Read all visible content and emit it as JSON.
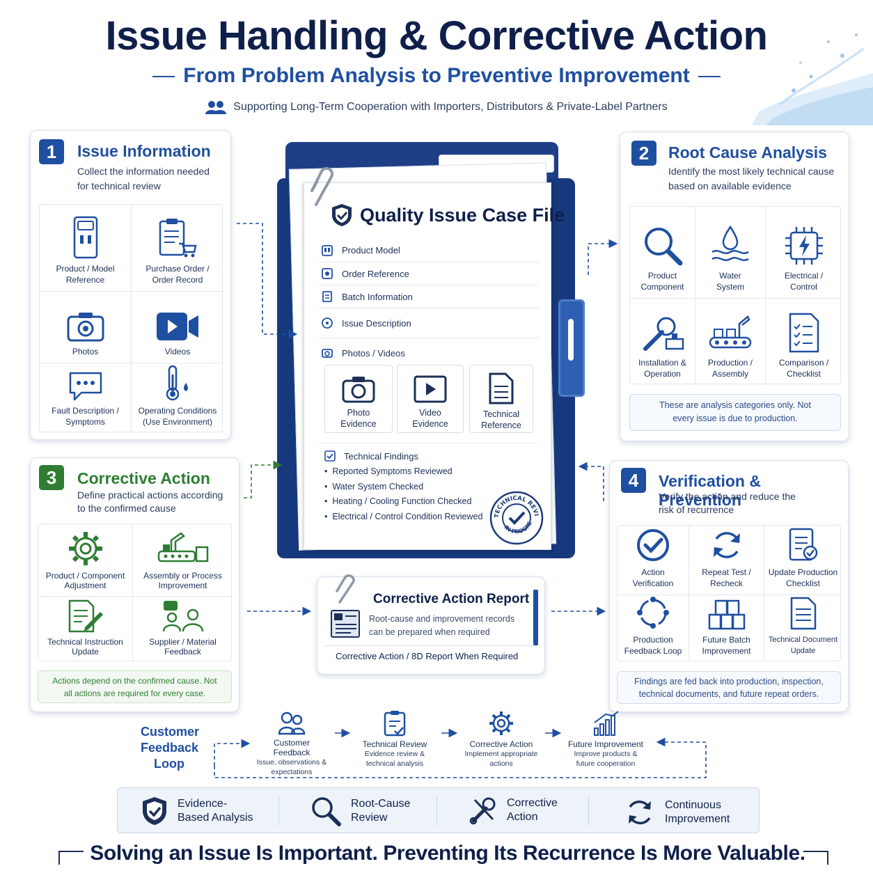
{
  "header": {
    "title": "Issue Handling & Corrective Action",
    "subtitle": "From Problem Analysis to Preventive Improvement",
    "tagline": "Supporting Long-Term Cooperation with Importers, Distributors & Private-Label Partners"
  },
  "sections": {
    "issue_info": {
      "number": "1",
      "title": "Issue Information",
      "description": "Collect the information needed for technical review",
      "items": [
        {
          "label": "Product / Model Reference",
          "icon": "water-dispenser-icon"
        },
        {
          "label": "Purchase Order / Order Record",
          "icon": "clipboard-cart-icon"
        },
        {
          "label": "Photos",
          "icon": "camera-icon"
        },
        {
          "label": "Videos",
          "icon": "video-icon"
        },
        {
          "label": "Fault Description / Symptoms",
          "icon": "chat-bubble-icon"
        },
        {
          "label": "Operating Conditions (Use Environment)",
          "icon": "thermometer-icon"
        }
      ]
    },
    "root_cause": {
      "number": "2",
      "title": "Root Cause Analysis",
      "description": "Identify the most likely technical cause based on available evidence",
      "items": [
        {
          "label": "Product Component",
          "icon": "magnifier-icon"
        },
        {
          "label": "Water System",
          "icon": "water-drop-icon"
        },
        {
          "label": "Electrical / Control",
          "icon": "chip-bolt-icon"
        },
        {
          "label": "Installation & Operation",
          "icon": "wrench-icon"
        },
        {
          "label": "Production / Assembly",
          "icon": "conveyor-icon"
        },
        {
          "label": "Comparison / Checklist",
          "icon": "checklist-icon"
        }
      ],
      "note": "These are analysis categories only. Not every issue is due to production."
    },
    "corrective": {
      "number": "3",
      "title": "Corrective Action",
      "description": "Define practical actions according to the confirmed cause",
      "items": [
        {
          "label": "Product / Component Adjustment",
          "icon": "gear-icon"
        },
        {
          "label": "Assembly or Process Improvement",
          "icon": "factory-line-icon"
        },
        {
          "label": "Technical Instruction Update",
          "icon": "document-edit-icon"
        },
        {
          "label": "Supplier / Material Feedback",
          "icon": "people-chat-icon"
        }
      ],
      "note": "Actions depend on the confirmed cause. Not all actions are required for every case."
    },
    "verification": {
      "number": "4",
      "title": "Verification & Prevention",
      "description": "Verify the action and reduce the risk of recurrence",
      "items": [
        {
          "label": "Action Verification",
          "icon": "check-circle-icon"
        },
        {
          "label": "Repeat Test / Recheck",
          "icon": "refresh-icon"
        },
        {
          "label": "Update Production Checklist",
          "icon": "checklist-icon"
        },
        {
          "label": "Production Feedback Loop",
          "icon": "cycle-icon"
        },
        {
          "label": "Future Batch Improvement",
          "icon": "boxes-icon"
        },
        {
          "label": "Technical Document Update",
          "icon": "document-icon"
        }
      ],
      "note": "Findings are fed back into production, inspection, technical documents, and future repeat orders."
    }
  },
  "case_file": {
    "title": "Quality Issue Case File",
    "rows": [
      "Product Model",
      "Order Reference",
      "Batch Information",
      "Issue Description",
      "Photos / Videos"
    ],
    "evidence": [
      "Photo Evidence",
      "Video Evidence",
      "Technical Reference"
    ],
    "findings_title": "Technical Findings",
    "findings": [
      "Reported Symptoms Reviewed",
      "Water System Checked",
      "Heating / Cooling Function Checked",
      "Electrical / Control Condition Reviewed"
    ],
    "stamp_top": "TECHNICAL REVIEW",
    "stamp_bottom": "IN PROGRESS"
  },
  "report": {
    "title": "Corrective Action Report",
    "description": "Root-cause and improvement records can be prepared when required",
    "footer": "Corrective Action / 8D Report When Required"
  },
  "feedback_loop": {
    "label": "Customer Feedback Loop",
    "steps": [
      {
        "title": "Customer Feedback",
        "desc": "Issue, observations & expectations",
        "icon": "people-icon"
      },
      {
        "title": "Technical Review",
        "desc": "Evidence review & technical analysis",
        "icon": "clipboard-check-icon"
      },
      {
        "title": "Corrective Action",
        "desc": "Implement appropriate actions",
        "icon": "gear-icon"
      },
      {
        "title": "Future Improvement",
        "desc": "Improve products & future cooperation",
        "icon": "growth-chart-icon"
      }
    ]
  },
  "principles": [
    {
      "label": "Evidence-Based Analysis",
      "icon": "shield-check-icon"
    },
    {
      "label": "Root-Cause Review",
      "icon": "magnifier-icon"
    },
    {
      "label": "Corrective Action",
      "icon": "tools-icon"
    },
    {
      "label": "Continuous Improvement",
      "icon": "cycle-arrows-icon"
    }
  ],
  "footer": {
    "slogan": "Solving an Issue Is Important. Preventing Its Recurrence Is More Valuable."
  },
  "colors": {
    "primary": "#1f4fa0",
    "navy": "#0f1f4a",
    "green": "#2e7d32"
  }
}
